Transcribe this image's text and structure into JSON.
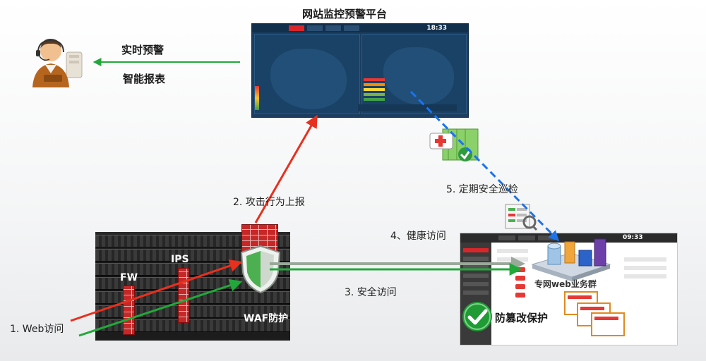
{
  "platform": {
    "title": "网站监控预警平台",
    "clock": "18:33"
  },
  "alerts": {
    "realtime": "实时预警",
    "report": "智能报表"
  },
  "flows": {
    "web_access": "1. Web访问",
    "attack_report": "2. 攻击行为上报",
    "secure_access": "3. 安全访问",
    "health_access": "4、健康访问",
    "patrol": "5. 定期安全巡检"
  },
  "devices": {
    "fw": "FW",
    "ips": "IPS",
    "waf": "WAF防护"
  },
  "web": {
    "cluster": "专网web业务群",
    "tamper": "防篡改保护",
    "clock": "09:33"
  },
  "colors": {
    "attack": "#e8301f",
    "normal": "#22a83a",
    "patrol": "#1e73e8",
    "health": "#9aa89a"
  }
}
